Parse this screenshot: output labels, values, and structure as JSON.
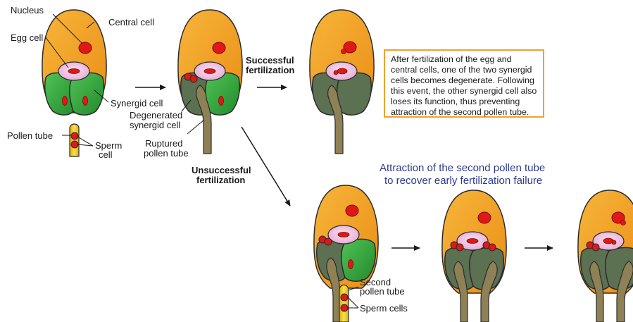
{
  "labels": {
    "nucleus": "Nucleus",
    "central_cell": "Central cell",
    "egg_cell": "Egg cell",
    "synergid_cell": "Synergid cell",
    "pollen_tube": "Pollen tube",
    "sperm_line1": "Sperm",
    "sperm_line2": "cell",
    "degenerated_line1": "Degenerated",
    "degenerated_line2": "synergid cell",
    "ruptured_line1": "Ruptured",
    "ruptured_line2": "pollen tube",
    "successful_line1": "Successful",
    "successful_line2": "fertilization",
    "unsuccessful_line1": "Unsuccessful",
    "unsuccessful_line2": "fertilization",
    "attraction_line1": "Attraction of the second pollen tube",
    "attraction_line2": "to recover early fertilization failure",
    "second_line1": "Second",
    "second_line2": "pollen tube",
    "sperm_cells": "Sperm cells"
  },
  "note": {
    "text": "After fertilization of the egg and central cells, one of the two synergid cells becomes degenerate. Following this event, the other synergid cell also loses its function, thus preventing attraction of the second pollen tube."
  },
  "colors": {
    "central_cell": "#f2a226",
    "egg_cell": "#f3c8e4",
    "synergid": "#2fa335",
    "degenerated_synergid": "#5c7052",
    "nucleus": "#e01818",
    "pollen_tube_fresh": "#f2cf1e",
    "pollen_tube_old": "#8f8156",
    "note_border": "#f0a030",
    "attraction_text": "#2b3a8f"
  }
}
